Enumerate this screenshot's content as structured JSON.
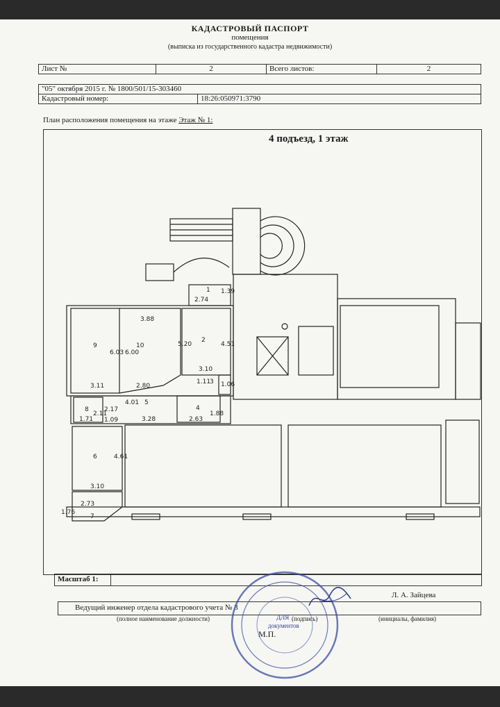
{
  "header": {
    "title": "КАДАСТРОВЫЙ ПАСПОРТ",
    "subtitle": "помещения",
    "extract_note": "(выписка из государственного кадастра недвижимости)"
  },
  "sheet_row": {
    "sheet_label": "Лист №",
    "sheet_value": "2",
    "total_label": "Всего листов:",
    "total_value": "2"
  },
  "doc_row": {
    "date_number": "\"05\" октября 2015 г. № 1800/501/15-303460",
    "cadastral_label": "Кадастровый номер:",
    "cadastral_value": "18:26:050971:3790"
  },
  "plan": {
    "label_prefix": "План расположения помещения на этаже",
    "floor_label": "Этаж № 1:",
    "heading": "4 подъезд, 1 этаж",
    "rooms": [
      {
        "num": "1",
        "dims": [
          "2.74",
          "1.39"
        ]
      },
      {
        "num": "2",
        "dims": [
          "5.20",
          "4.51",
          "3.10"
        ]
      },
      {
        "num": "3",
        "dims": [
          "1.11",
          "1.06"
        ]
      },
      {
        "num": "4",
        "dims": [
          "2.63",
          "1.88"
        ]
      },
      {
        "num": "5",
        "dims": [
          "4.01",
          "3.28"
        ]
      },
      {
        "num": "6",
        "dims": [
          "4.61",
          "3.10"
        ]
      },
      {
        "num": "7",
        "dims": [
          "2.73",
          "1.76"
        ]
      },
      {
        "num": "8",
        "dims": [
          "2.17",
          "2.11",
          "1.71",
          "1.09"
        ]
      },
      {
        "num": "9",
        "dims": [
          "6.03",
          "3.11"
        ]
      },
      {
        "num": "10",
        "dims": [
          "3.88",
          "6.00",
          "2.80"
        ]
      }
    ]
  },
  "scale": {
    "label": "Масштаб 1:"
  },
  "signature": {
    "position": "Ведущий инженер отдела кадастрового учета № 3",
    "name": "Л. А. Зайцева",
    "cap_position": "(полное наименование должности)",
    "cap_signature": "(подпись)",
    "cap_name": "(инициалы, фамилия)",
    "mp": "М.П.",
    "stamp_center_1": "ДЛЯ",
    "stamp_center_2": "документов"
  }
}
